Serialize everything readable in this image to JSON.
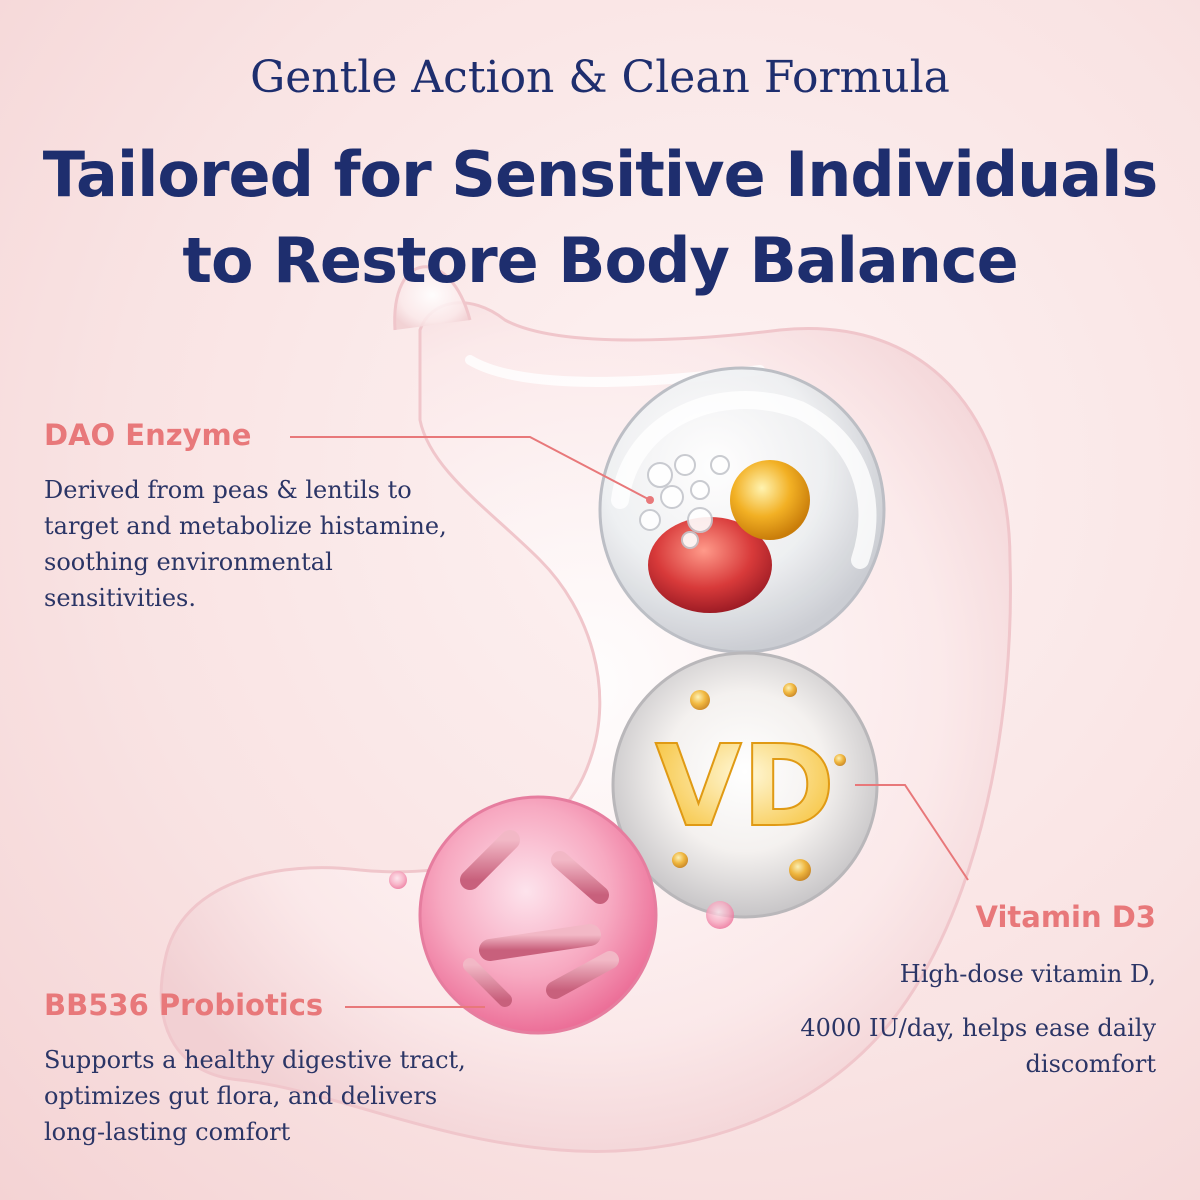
{
  "header": {
    "subtitle": "Gentle Action & Clean Formula",
    "title_line1": "Tailored for Sensitive Individuals",
    "title_line2": "to Restore Body Balance"
  },
  "features": {
    "dao": {
      "heading": "DAO Enzyme",
      "lines": [
        "Derived from peas & lentils to",
        "target and metabolize histamine,",
        "soothing environmental",
        "sensitivities."
      ]
    },
    "vitamin": {
      "heading": "Vitamin D3",
      "lines": [
        "High-dose vitamin D,",
        "4000 IU/day, helps ease daily",
        "discomfort"
      ]
    },
    "probiotics": {
      "heading": "BB536 Probiotics",
      "lines": [
        "Supports a healthy digestive tract,",
        "optimizes gut flora, and delivers",
        "long-lasting comfort"
      ]
    }
  },
  "vd_sphere": {
    "label": "VD"
  },
  "colors": {
    "navy": "#1e2e6e",
    "coral": "#e8787a",
    "gold": "#f2b024",
    "pink": "#f39ab4"
  }
}
